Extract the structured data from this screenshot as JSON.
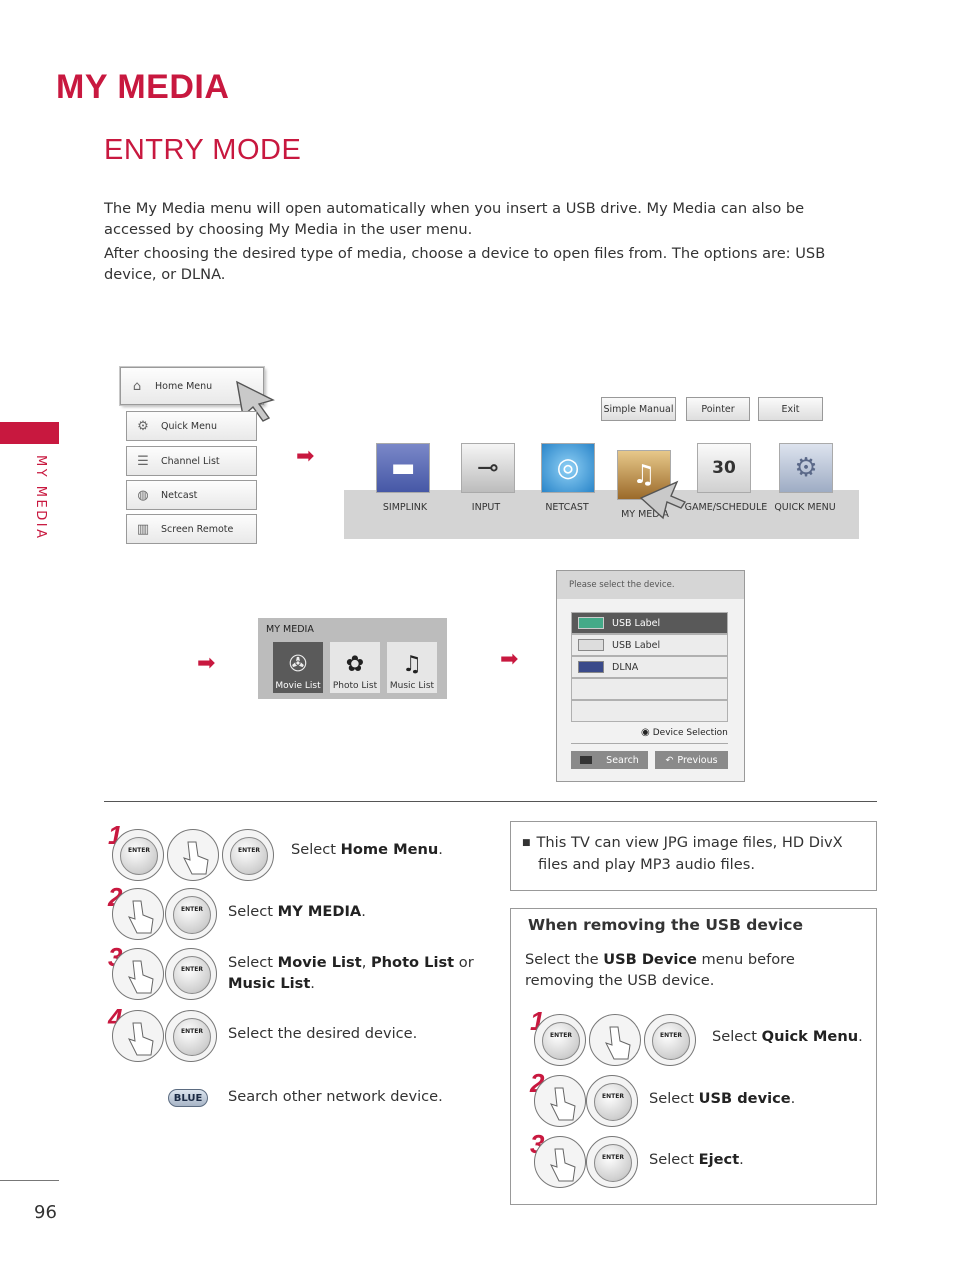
{
  "page": {
    "title": "MY MEDIA",
    "section_title": "ENTRY MODE",
    "side_label": "MY MEDIA",
    "page_number": "96",
    "para1_line1": "The My Media menu will open automatically when you insert a USB drive. My Media can also be",
    "para1_line2": "accessed by choosing My Media in the user menu.",
    "para2_line1": "After choosing the desired type of media, choose a device to open files from. The options are: USB",
    "para2_line2": "device, or DLNA."
  },
  "left_menu": {
    "items": [
      "Home Menu",
      "Quick Menu",
      "Channel List",
      "Netcast",
      "Screen Remote"
    ]
  },
  "home_screen": {
    "buttons": [
      "Simple Manual",
      "Pointer",
      "Exit"
    ],
    "icons": [
      "SIMPLINK",
      "INPUT",
      "NETCAST",
      "MY MEDIA",
      "GAME/SCHEDULE",
      "QUICK MENU"
    ]
  },
  "my_media_panel": {
    "title": "MY MEDIA",
    "tiles": [
      "Movie List",
      "Photo List",
      "Music List"
    ]
  },
  "device_panel": {
    "header": "Please select the device.",
    "rows": [
      "USB Label",
      "USB Label",
      "DLNA",
      "",
      ""
    ],
    "selection_hint": "Device Selection",
    "search": "Search",
    "previous": "Previous"
  },
  "steps": {
    "enter": "ENTER",
    "s1_pre": "Select ",
    "s1_b": "Home Menu",
    "s1_post": ".",
    "s2_pre": "Select ",
    "s2_b": "MY MEDIA",
    "s2_post": ".",
    "s3_pre": "Select ",
    "s3_b1": "Movie List",
    "s3_mid1": ", ",
    "s3_b2": "Photo List",
    "s3_mid2": " or",
    "s3_b3": "Music List",
    "s3_post": ".",
    "s4": "Select the desired device.",
    "blue": "BLUE",
    "s5": "Search other network device."
  },
  "note": {
    "line1": "This TV can view JPG image files, HD DivX",
    "line2": "files and play MP3 audio files."
  },
  "usb_removal": {
    "title": "When removing the USB device",
    "intro_pre": "Select the ",
    "intro_b": "USB Device",
    "intro_post": " menu before",
    "intro_line2": "removing the USB device.",
    "r1_pre": "Select ",
    "r1_b": "Quick Menu",
    "r1_post": ".",
    "r2_pre": "Select ",
    "r2_b": "USB device",
    "r2_post": ".",
    "r3_pre": "Select ",
    "r3_b": "Eject",
    "r3_post": "."
  },
  "step_numbers": [
    "1",
    "2",
    "3",
    "4"
  ],
  "colors": {
    "accent": "#c8183f"
  }
}
